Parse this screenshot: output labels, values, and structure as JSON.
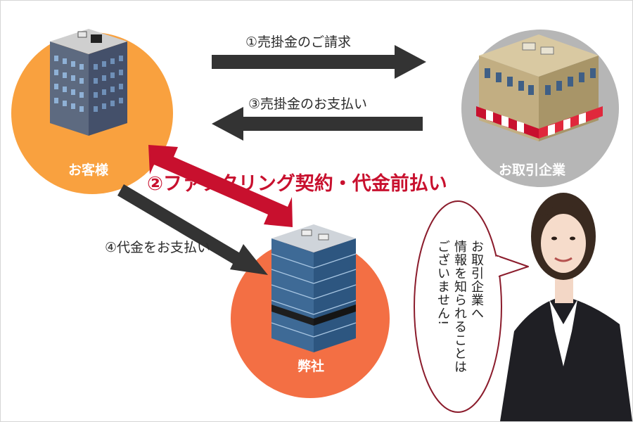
{
  "nodes": {
    "customer": {
      "label": "お客様",
      "color": "#f9a13f"
    },
    "partner": {
      "label": "お取引企業",
      "color": "#b6b6b6"
    },
    "company": {
      "label": "弊社",
      "color": "#f36f44"
    }
  },
  "arrows": {
    "invoice": {
      "label": "①売掛金のご請求",
      "color": "#333333"
    },
    "payment_receivable": {
      "label": "③売掛金のお支払い",
      "color": "#333333"
    },
    "factoring": {
      "label": "②ファクタリング契約・代金前払い",
      "color": "#c8102e"
    },
    "pay_company": {
      "label": "④代金をお支払い",
      "color": "#333333"
    }
  },
  "speech_bubble": {
    "col1": "お取引企業へ",
    "col2": "情報を知られることは",
    "col3": "ございません!",
    "border_color": "#8b1c2c"
  }
}
